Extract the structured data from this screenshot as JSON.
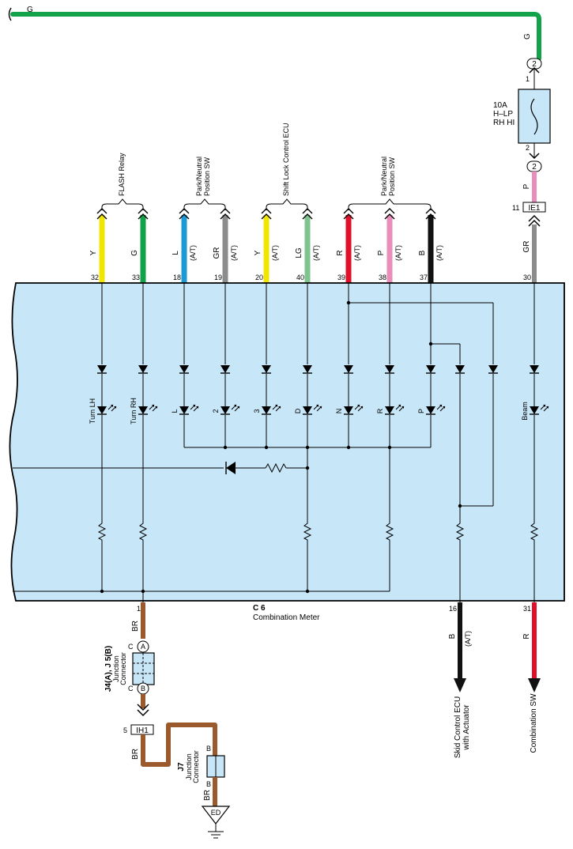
{
  "colors": {
    "Y": "#f2e600",
    "G": "#11a24a",
    "L": "#1d9ad6",
    "GR": "#8c8c8c",
    "LG": "#7fc38f",
    "R": "#e0102a",
    "P": "#e98dbb",
    "B": "#111111",
    "BR": "#9a5a2c",
    "meter_fill": "#c7e6f7"
  },
  "top_wire": {
    "color": "G",
    "label": "G",
    "right_label": "G"
  },
  "fuse": {
    "top_connector": "2",
    "bottom_connector": "2",
    "pin_top": "1",
    "pin_bottom": "2",
    "rating": "10A",
    "name": "H–LP",
    "name2": "RH HI"
  },
  "ie1": {
    "pin": "11",
    "label": "IE1",
    "color_above": "P",
    "color_below": "GR"
  },
  "groups": [
    {
      "label": "FLASH Relay"
    },
    {
      "label": "Park/Neutral",
      "label2": "Position SW"
    },
    {
      "label": "Shift Lock Control ECU"
    },
    {
      "label": "Park/Neutral",
      "label2": "Position SW"
    }
  ],
  "pins": [
    {
      "pin": "32",
      "color": "Y",
      "at": ""
    },
    {
      "pin": "33",
      "color": "G",
      "at": ""
    },
    {
      "pin": "18",
      "color": "L",
      "at": "(A/T)"
    },
    {
      "pin": "19",
      "color": "GR",
      "at": "(A/T)"
    },
    {
      "pin": "20",
      "color": "Y",
      "at": "(A/T)"
    },
    {
      "pin": "40",
      "color": "LG",
      "at": "(A/T)"
    },
    {
      "pin": "39",
      "color": "R",
      "at": "(A/T)"
    },
    {
      "pin": "38",
      "color": "P",
      "at": "(A/T)"
    },
    {
      "pin": "37",
      "color": "B",
      "at": "(A/T)"
    },
    {
      "pin": "30",
      "color": "GR",
      "at": ""
    }
  ],
  "indicators": [
    "Turn LH",
    "Turn RH",
    "L",
    "2",
    "3",
    "D",
    "N",
    "R",
    "P",
    "Beam"
  ],
  "meter": {
    "code": "C 6",
    "name": "Combination Meter"
  },
  "bottom": {
    "pin1": "1",
    "pin1_color": "BR",
    "pin16": "16",
    "pin16_color": "B",
    "pin16_at": "(A/T)",
    "pin31": "31",
    "pin31_color": "R",
    "skid_label": "Skid Control ECU",
    "skid_label2": "with Actuator",
    "comb_label": "Combination SW"
  },
  "junction": {
    "label": "J4(A), J 5(B)",
    "sub1": "Junction",
    "sub2": "Connector",
    "circle_a": "A",
    "circle_b": "B",
    "c_top": "C",
    "c_bottom": "C",
    "wire_color": "BR"
  },
  "ih1": {
    "pin": "5",
    "label": "IH1",
    "wire_color": "BR"
  },
  "j7": {
    "label": "J7",
    "sub1": "Junction",
    "sub2": "Connector",
    "b_top": "B",
    "b_bottom": "B",
    "wire_color": "BR"
  },
  "ground": {
    "label": "ED"
  }
}
